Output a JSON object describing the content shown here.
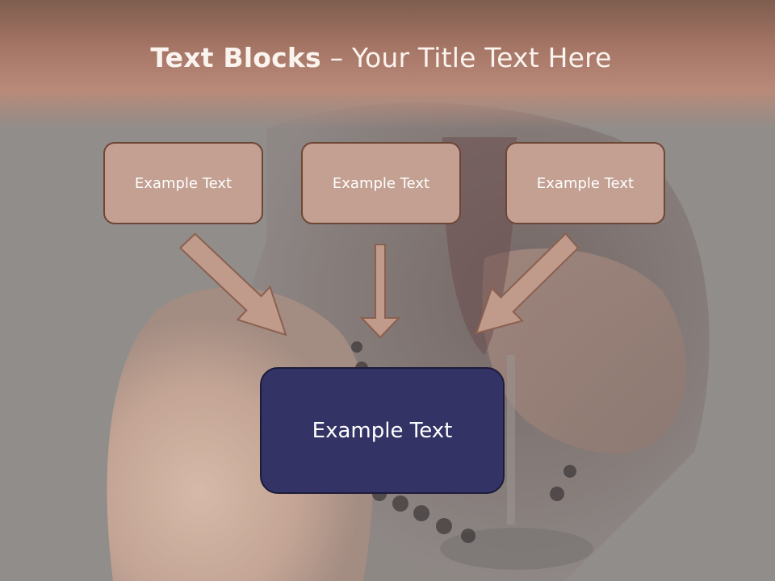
{
  "title": {
    "bold": "Text Blocks",
    "dash": "–",
    "rest": "Your Title Text Here"
  },
  "boxes": {
    "top": [
      "Example Text",
      "Example Text",
      "Example Text"
    ],
    "bottom": "Example Text"
  },
  "colors": {
    "header": "#a47464",
    "top_box_fill": "#c3a092",
    "top_box_border": "#6e4636",
    "bottom_box_fill": "#333366",
    "arrow_fill": "#c09a8a",
    "arrow_stroke": "#8a6050"
  }
}
